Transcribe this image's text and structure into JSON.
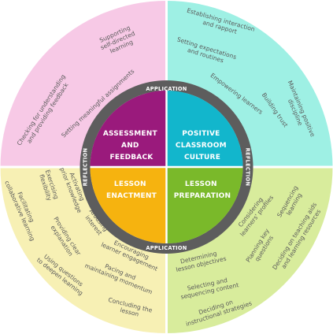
{
  "colors": {
    "background": "#ffffff",
    "assessment_outer": "#f7c9e6",
    "culture_outer": "#9ef0e4",
    "enactment_outer": "#f7f0b4",
    "preparation_outer": "#d8ec9c",
    "assessment_core": "#9a1a7c",
    "culture_core": "#12b6cc",
    "enactment_core": "#f6b30f",
    "preparation_core": "#7ab92a",
    "band": "#5d5d5d",
    "ring_text": "#5a5a5a",
    "divider": "#ffffff"
  },
  "quadrants": {
    "assessment": {
      "title_lines": [
        "ASSESSMENT",
        "AND",
        "FEEDBACK"
      ],
      "items": [
        {
          "lines": [
            "Supporting",
            "self-directed",
            "learning"
          ]
        },
        {
          "lines": [
            "Checking for understanding",
            "and providing feedback"
          ]
        },
        {
          "lines": [
            "Setting meaningful assignments"
          ]
        }
      ]
    },
    "culture": {
      "title_lines": [
        "POSITIVE",
        "CLASSROOM",
        "CULTURE"
      ],
      "items": [
        {
          "lines": [
            "Establishing interaction",
            "and rapport"
          ]
        },
        {
          "lines": [
            "Setting expectations",
            "and routines"
          ]
        },
        {
          "lines": [
            "Empowering learners"
          ]
        },
        {
          "lines": [
            "Building trust"
          ]
        },
        {
          "lines": [
            "Maintaining positive",
            "discipline"
          ]
        }
      ]
    },
    "enactment": {
      "title_lines": [
        "LESSON",
        "ENACTMENT"
      ],
      "items": [
        {
          "lines": [
            "Activating",
            "prior knowledge"
          ]
        },
        {
          "lines": [
            "Exercising",
            "flexibility"
          ]
        },
        {
          "lines": [
            "Facilitating",
            "collaborative learning"
          ]
        },
        {
          "lines": [
            "Arousing",
            "interest"
          ]
        },
        {
          "lines": [
            "Providing clear",
            "explanation"
          ]
        },
        {
          "lines": [
            "Using questions",
            "to deepen learning"
          ]
        },
        {
          "lines": [
            "Encouraging",
            "learner engagement"
          ]
        },
        {
          "lines": [
            "Pacing and",
            "maintaining momentum"
          ]
        },
        {
          "lines": [
            "Concluding the",
            "lesson"
          ]
        }
      ]
    },
    "preparation": {
      "title_lines": [
        "LESSON",
        "PREPARATION"
      ],
      "items": [
        {
          "lines": [
            "Determining",
            "lesson objectives"
          ]
        },
        {
          "lines": [
            "Selecting and",
            "sequencing content"
          ]
        },
        {
          "lines": [
            "Deciding on",
            "instructional strategies"
          ]
        },
        {
          "lines": [
            "Considering",
            "learners' profiles"
          ]
        },
        {
          "lines": [
            "Planning key",
            "questions"
          ]
        },
        {
          "lines": [
            "Sequencing",
            "learning"
          ]
        },
        {
          "lines": [
            "Deciding on teaching aids",
            "and learning resources"
          ]
        }
      ]
    }
  },
  "band_labels": {
    "top": "APPLICATION",
    "bottom": "APPLICATION",
    "left": "REFLECTION",
    "right": "REFLECTION"
  }
}
